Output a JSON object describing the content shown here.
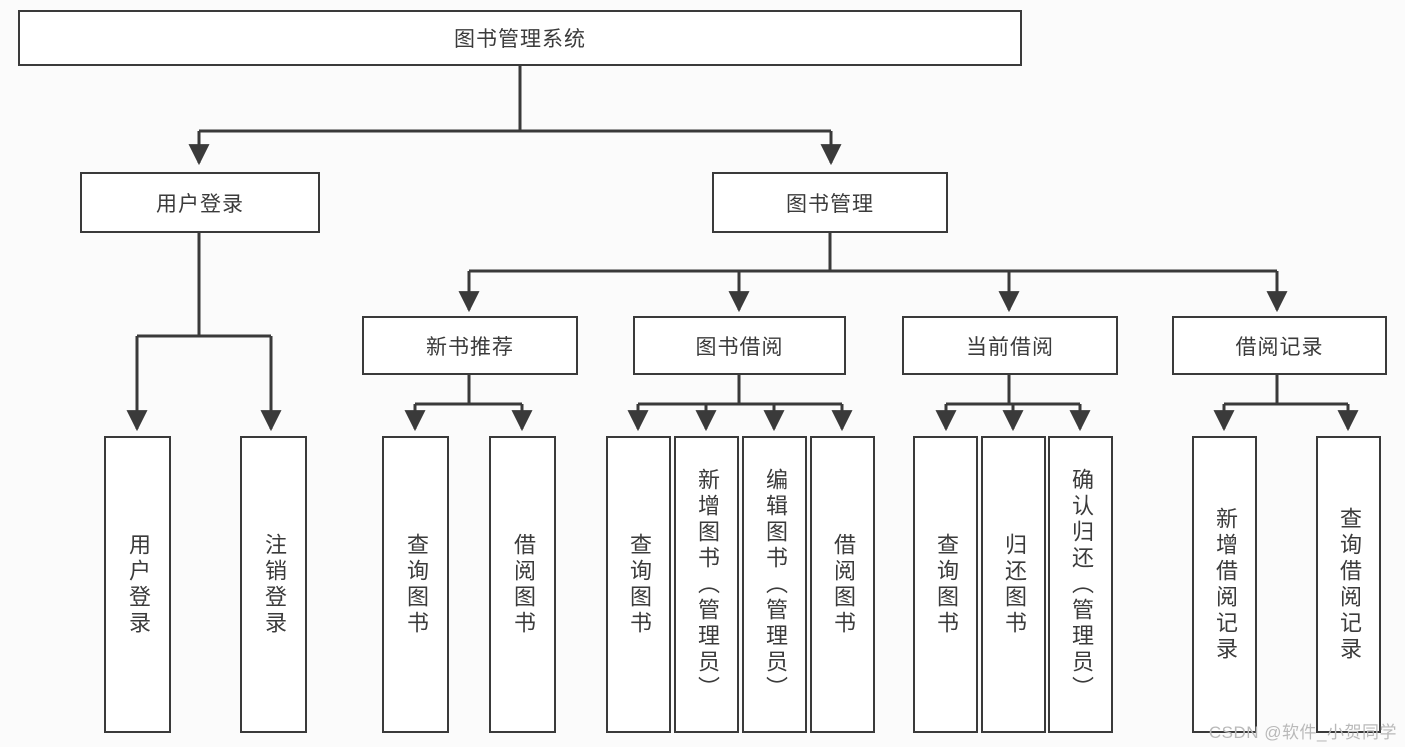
{
  "diagram": {
    "type": "tree-hierarchy",
    "title": "图书管理系统",
    "root": {
      "label": "图书管理系统"
    },
    "level1": [
      {
        "id": "user-login",
        "label": "用户登录"
      },
      {
        "id": "book-management",
        "label": "图书管理"
      }
    ],
    "level2": [
      {
        "id": "new-book-recommend",
        "label": "新书推荐",
        "parent": "book-management"
      },
      {
        "id": "book-borrow",
        "label": "图书借阅",
        "parent": "book-management"
      },
      {
        "id": "current-borrow",
        "label": "当前借阅",
        "parent": "book-management"
      },
      {
        "id": "borrow-record",
        "label": "借阅记录",
        "parent": "book-management"
      }
    ],
    "leaves": {
      "user-login": [
        {
          "id": "leaf-user-login",
          "label": "用户登录"
        },
        {
          "id": "leaf-logout",
          "label": "注销登录"
        }
      ],
      "new-book-recommend": [
        {
          "id": "leaf-query-book-1",
          "label": "查询图书"
        },
        {
          "id": "leaf-borrow-book-1",
          "label": "借阅图书"
        }
      ],
      "book-borrow": [
        {
          "id": "leaf-query-book-2",
          "label": "查询图书"
        },
        {
          "id": "leaf-add-book",
          "label": "新增图书（管理员）"
        },
        {
          "id": "leaf-edit-book",
          "label": "编辑图书（管理员）"
        },
        {
          "id": "leaf-borrow-book-2",
          "label": "借阅图书"
        }
      ],
      "current-borrow": [
        {
          "id": "leaf-query-book-3",
          "label": "查询图书"
        },
        {
          "id": "leaf-return-book",
          "label": "归还图书"
        },
        {
          "id": "leaf-confirm-return",
          "label": "确认归还（管理员）"
        }
      ],
      "borrow-record": [
        {
          "id": "leaf-add-record",
          "label": "新增借阅记录"
        },
        {
          "id": "leaf-query-record",
          "label": "查询借阅记录"
        }
      ]
    }
  },
  "watermark": {
    "text": "CSDN @软件_小贺同学"
  },
  "colors": {
    "background": "#fbfbfb",
    "box_fill": "#ffffff",
    "line": "#3a3a3a",
    "text": "#3b3b3b",
    "watermark": "#b9b9b9"
  }
}
